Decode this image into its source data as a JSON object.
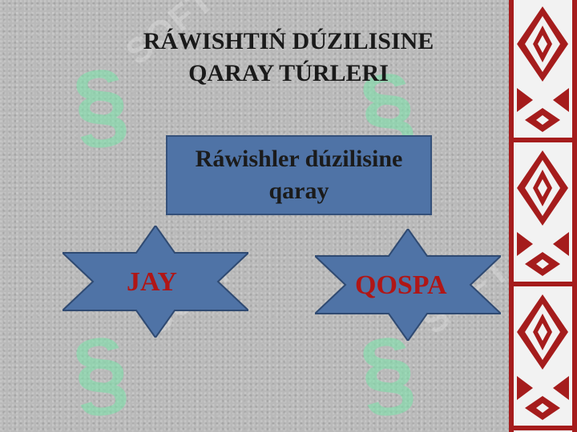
{
  "title": {
    "line1": "RÁWISHTIŃ DÚZILISINE",
    "line2": "QARAY TÚRLERI"
  },
  "center_box": {
    "line1": "Ráwishler dúzilisine",
    "line2": "qaray"
  },
  "branches": [
    {
      "label": "JAY"
    },
    {
      "label": "QOSPA"
    }
  ],
  "watermark": {
    "symbol": "§",
    "word": "SOFT"
  },
  "colors": {
    "box_fill": "#4f73a6",
    "label_red": "#b01616",
    "ornament_red": "#a51c1c",
    "ornament_white": "#f2f2f2"
  }
}
